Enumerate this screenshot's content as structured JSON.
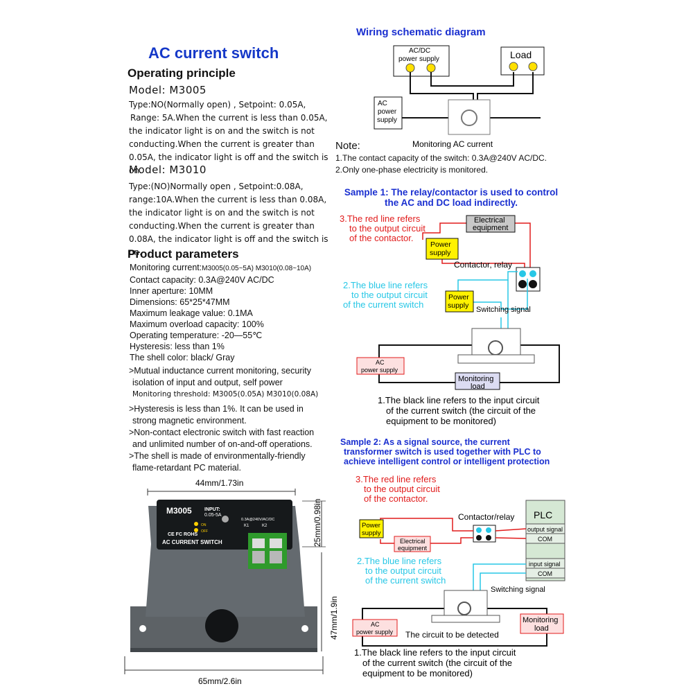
{
  "left": {
    "title": "AC current switch",
    "operating_principle": "Operating principle",
    "model1": "Model: M3005",
    "model1_text": [
      "Type:NO(Normally open) , Setpoint: 0.05A,",
      "Range: 5A.When the current is less than 0.05A,",
      "the indicator light is on and the switch is not",
      "conducting.When the current is greater than",
      "0.05A, the indicator light is off and the switch is on."
    ],
    "model2": "Model: M3010",
    "model2_text": [
      "Type:(NO)Normally open , Setpoint:0.08A,",
      "range:10A.When the current is less than 0.08A,",
      "the indicator light is on and the switch is not",
      "conducting.When the current is greater than",
      "0.08A, the indicator light is off and the switch is on."
    ],
    "product_parameters": "Product parameters",
    "params": {
      "monitoring_current_label": "Monitoring current:",
      "monitoring_current_value": "M3005(0.05~5A) M3010(0.08~10A)",
      "contact_capacity": "Contact capacity: 0.3A@240V  AC/DC",
      "inner_aperture": "Inner aperture: 10MM",
      "dimensions": "Dimensions: 65*25*47MM",
      "leakage": "Maximum leakage value: 0.1MA",
      "overload": "Maximum overload capacity: 100%",
      "temperature": "Operating temperature: -20—55℃",
      "hysteresis": "Hysteresis: less than 1%",
      "shell_color": "The shell color: black/ Gray"
    },
    "bullets": {
      "b1_line1": ">Mutual inductance current monitoring, security",
      "b1_line2": "isolation of input and output, self power",
      "b1_line3": "Monitoring threshold: M3005(0.05A) M3010(0.08A)",
      "b2_line1": ">Hysteresis is less than 1%. It can be used in",
      "b2_line2": "strong magnetic environment.",
      "b3_line1": ">Non-contact electronic switch with fast reaction",
      "b3_line2": "and unlimited number of on-and-off operations.",
      "b4_line1": ">The shell is made of environmentally-friendly",
      "b4_line2": "flame-retardant PC material."
    },
    "product_image": {
      "dim_top": "44mm/1.73in",
      "dim_right_upper": "25mm/0.98in",
      "dim_right_lower": "47mm/1.9in",
      "dim_bottom": "65mm/2.6in",
      "label_model": "M3005",
      "label_input": "INPUT:",
      "label_input_value": "0.05-5A",
      "label_on": "ON",
      "label_off": "OFF",
      "label_contact": "0.3A@240V/AC/DC",
      "label_k1": "K1",
      "label_k2": "K2",
      "label_cert": "CE FC ROHS",
      "label_name": "AC CURRENT SWITCH"
    }
  },
  "right": {
    "wiring_title": "Wiring schematic diagram",
    "wiring": {
      "ac_dc_supply": "AC/DC",
      "ac_dc_supply2": "power supply",
      "load": "Load",
      "ac_power": "AC",
      "ac_power2": "power",
      "ac_power3": "supply",
      "monitoring": "Monitoring AC current"
    },
    "note_title": "Note:",
    "note1": "1.The contact capacity of the switch: 0.3A@240V  AC/DC.",
    "note2": "2.Only one-phase electricity is monitored.",
    "sample1": {
      "title_line1": "Sample 1: The relay/contactor is used to control",
      "title_line2": "the AC and DC load indirectly.",
      "red_line1": "3.The red line refers",
      "red_line2": "to the output circuit",
      "red_line3": "of the contactor.",
      "electrical_eq1": "Electrical",
      "electrical_eq2": "equipment",
      "power_supply1": "Power",
      "power_supply2": "supply",
      "contactor_relay": "Contactor, relay",
      "blue_line1": "2.The blue line refers",
      "blue_line2": "to the output circuit",
      "blue_line3": "of the current switch",
      "switching_signal": "Switching signal",
      "ac_supply1": "AC",
      "ac_supply2": "power supply",
      "monitoring_load1": "Monitoring",
      "monitoring_load2": "load",
      "black_line1": "1.The black line refers to the input circuit",
      "black_line2": "of the current switch (the circuit of the",
      "black_line3": "equipment to be monitored)"
    },
    "sample2": {
      "title_line1": "Sample 2: As a signal source, the current",
      "title_line2": "transformer switch is used together with PLC  to",
      "title_line3": "achieve  intelligent control or intelligent protection",
      "red_line1": "3.The red line refers",
      "red_line2": "to the output circuit",
      "red_line3": "of the contactor.",
      "contactor_relay": "Contactor/relay",
      "plc": "PLC",
      "output_signal": "output signal",
      "com1": "COM",
      "input_signal": "input signal",
      "com2": "COM",
      "power_supply1": "Power",
      "power_supply2": "supply",
      "electrical_eq1": "Electrical",
      "electrical_eq2": "equipment",
      "blue_line1": "2.The blue line refers",
      "blue_line2": "to the output circuit",
      "blue_line3": "of the current switch",
      "switching_signal": "Switching signal",
      "ac_supply1": "AC",
      "ac_supply2": "power supply",
      "monitoring_load1": "Monitoring",
      "monitoring_load2": "load",
      "circuit_detected": "The circuit to be detected",
      "black_line1": "1.The black line refers to the input circuit",
      "black_line2": "of the current switch (the circuit of the",
      "black_line3": "equipment to be monitored)"
    }
  },
  "colors": {
    "title_blue": "#1538c8",
    "red_line": "#e11b1b",
    "blue_line": "#27c7e6",
    "yellow_box": "#fff200",
    "pink_box": "#fde0e0",
    "gray_box": "#c8c8c8",
    "plc_green": "#d5e8d4",
    "terminal_green": "#2f9a2c",
    "device_gray": "#5a5f63"
  }
}
